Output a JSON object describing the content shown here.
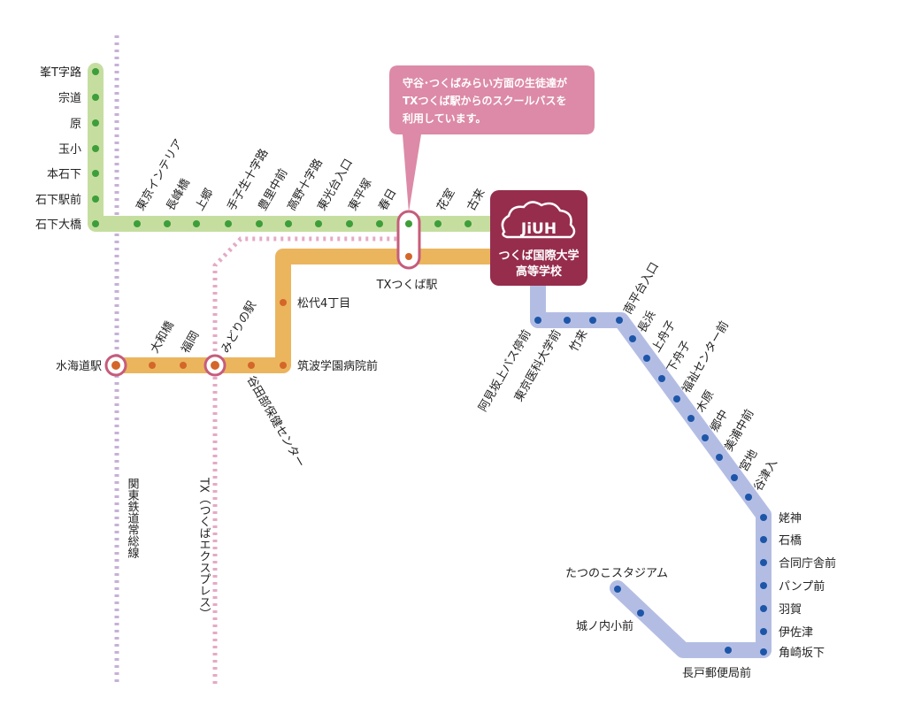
{
  "colors": {
    "green_line": "#c5dea0",
    "green_dot": "#3e9e3a",
    "orange_line": "#ebb55e",
    "orange_dot": "#d4662a",
    "blue_line": "#b3bde4",
    "blue_dot": "#1d56a8",
    "jr_dotted": "#c6b0d7",
    "tx_dotted": "#e4aac5",
    "transfer_ring": "#c65c7b",
    "callout": "#dc8aa7",
    "school": "#962d4d"
  },
  "callout": {
    "line1": "守谷･つくばみらい方面の生徒達が",
    "line2": "TXつくば駅からのスクールバスを",
    "line3": "利用しています。"
  },
  "school": {
    "logo": "JiUH",
    "name1": "つくば国際大学",
    "name2": "高等学校"
  },
  "rail_lines": {
    "jr": "関東鉄道常総線",
    "tx": "TX（つくばエクスプレス）"
  },
  "green_stops": {
    "vertical": [
      "峯T字路",
      "宗道",
      "原",
      "玉小",
      "本石下",
      "石下駅前",
      "石下大橋"
    ],
    "horizontal": [
      "東京インテリア",
      "長峰橋",
      "上郷",
      "手子生十字路",
      "豊里中前",
      "高野十字路",
      "東光台入口",
      "東平塚",
      "春日",
      "花室",
      "古来"
    ]
  },
  "tx_station": "TXつくば駅",
  "orange_stops": {
    "mito": "水海道駅",
    "owa": "大和橋",
    "fukuoka": "福岡",
    "midorino": "みどりの駅",
    "yatabe": "谷田部保健センター",
    "hospital": "筑波学園病院前",
    "matsushiro": "松代4丁目"
  },
  "blue_stops": {
    "ami": "阿見坂上バス停前",
    "ika": "東京医科大学前",
    "takerai": "竹来",
    "minami": "南平台入口",
    "nagahama": "長浜",
    "kamifuna": "上舟子",
    "shimofuna": "下舟子",
    "fukushi": "福祉センター前",
    "kihara": "木原",
    "gonaka": "郷中",
    "miura": "美浦中前",
    "miyaji": "宮地",
    "yazu": "谷津入",
    "right_column": [
      "姥神",
      "石橋",
      "合同庁舎前",
      "パンプ前",
      "羽賀",
      "伊佐津",
      "角崎坂下"
    ],
    "nagato": "長戸郵便局前",
    "jonouchi": "城ノ内小前",
    "stadium": "たつのこスタジアム"
  }
}
